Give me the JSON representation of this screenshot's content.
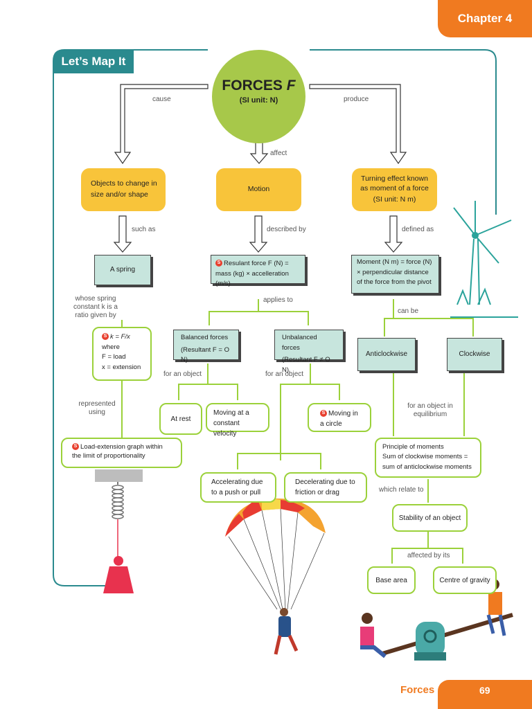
{
  "header": {
    "chapter": "Chapter 4",
    "section_tab": "Let’s Map It"
  },
  "center": {
    "title": "FORCES",
    "symbol": "F",
    "unit": "(SI unit: N)"
  },
  "links": {
    "cause": "cause",
    "produce": "produce",
    "affect": "affect",
    "such_as": "such as",
    "described_by": "described by",
    "defined_as": "defined as",
    "applies_to": "applies to",
    "can_be": "can be",
    "spring_constant": "whose spring constant k is a ratio given by",
    "for_object_1": "for an object",
    "for_object_2": "for an object",
    "equilibrium": "for an object in equilibrium",
    "represented": "represented using",
    "relate_to": "which relate to",
    "affected_by": "affected by its"
  },
  "yellow_boxes": {
    "objects_change": "Objects to change in size and/or shape",
    "motion": "Motion",
    "turning_effect": "Turning  effect known as moment of a force",
    "turning_unit": "(SI unit: N m)"
  },
  "teal_boxes": {
    "spring": "A spring",
    "resultant": "Resulant force F (N) = mass (kg) × accelleration (m/s)",
    "moment": "Moment (N m) = force (N) × perpendicular distance of the force from the pivot",
    "balanced_1": "Balanced forces",
    "balanced_2": "(Resultant F = O N)",
    "unbalanced_1": "Unbalanced forces",
    "unbalanced_2": "(Resultant F ≠ O N)",
    "anticlockwise": "Anticlockwise",
    "clockwise": "Clockwise"
  },
  "green_boxes": {
    "formula_k": "k = F/x",
    "where": "where",
    "f_load": "F = load",
    "x_ext": "x = extension",
    "load_graph": "Load-extension graph within the limit of proportionality",
    "at_rest": "At rest",
    "constant_velocity": "Moving at a constant velocity",
    "circle": "Moving in a circle",
    "accelerating": "Accelerating due to a push or pull",
    "decelerating": "Decelerating due to friction or drag",
    "principle_1": "Principle of moments",
    "principle_2": "Sum of clockwise moments =",
    "principle_3": "sum of anticlockwise moments",
    "stability": "Stability of an object",
    "base_area": "Base area",
    "centre_gravity": "Centre of gravity"
  },
  "footer": {
    "topic": "Forces",
    "page": "69"
  },
  "colors": {
    "orange": "#f07a20",
    "teal": "#2a8a8e",
    "yellow": "#f8c43a",
    "green_circle": "#a7c84a",
    "box_teal": "#c7e5dd",
    "line_green": "#9bd13a"
  }
}
